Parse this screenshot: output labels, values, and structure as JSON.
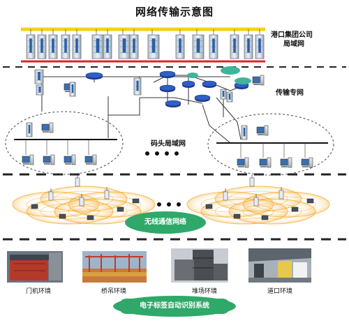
{
  "title": "网络传输示意图",
  "labels": {
    "port_lan_line1": "港口集团公司",
    "port_lan_line2": "局域网",
    "transmission_network": "传输专网",
    "dock_lan": "码头局域网",
    "wireless_network": "无线通信网络",
    "rfid_system": "电子标签自动识别系统"
  },
  "photos": [
    {
      "caption": "门机环境"
    },
    {
      "caption": "桥吊环境"
    },
    {
      "caption": "堆场环境"
    },
    {
      "caption": "道口环境"
    }
  ],
  "colors": {
    "bus_yellow": "#f2d21b",
    "bus_red": "#d9262a",
    "wireless_green": "#2fa86a",
    "switch_blue": "#2f5fc8",
    "ring_orange": "#f5a623",
    "dash": "#222222"
  }
}
